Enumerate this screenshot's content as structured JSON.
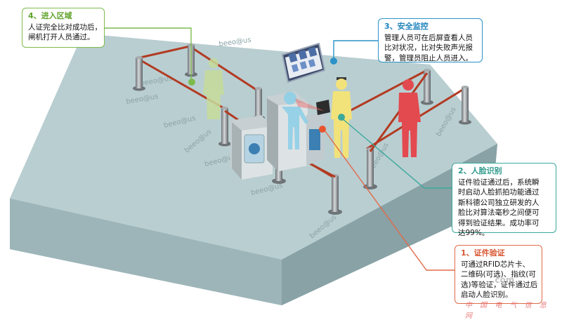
{
  "callouts": {
    "entry": {
      "title": "4、进入区域",
      "lines": [
        "人证完全比对成功后，",
        "闸机打开人员通过。"
      ],
      "color": "#7dbb4d"
    },
    "monitor": {
      "title": "3、安全监控",
      "lines": [
        "管理人员可在后屏查看人员",
        "比对状况，比对失败声光报",
        "警，管理员阻止人员进入。"
      ],
      "color": "#2b93c8"
    },
    "face": {
      "title": "2、人脸识别",
      "lines": [
        "证件验证通过后，系统瞬",
        "时启动人脸抓拍功能通过",
        "斯科德公司独立研发的人",
        "脸比对算法毫秒之间便可",
        "得到验证结果。成功率可",
        "达99%。"
      ],
      "color": "#3aa99b"
    },
    "id": {
      "title": "1、证件验证",
      "lines": [
        "可通过RFID芯片卡、",
        "二维码(可选)、指纹(可",
        "选)等验证，证件通过后",
        "启动人脸识别。"
      ],
      "color": "#e06b4a"
    }
  },
  "floor_brand": "beeo@us",
  "watermark": "中 国 电 气 信 息 网",
  "watermark_en": ".com",
  "colors": {
    "platform": "#b7cdd0",
    "platform_side": "#8fa9ad",
    "rope": "#b23b22",
    "person_green": "#c7dc9a",
    "person_blue": "#8fd0e8",
    "person_yellow": "#f2e27a",
    "person_red": "#e24a50"
  }
}
